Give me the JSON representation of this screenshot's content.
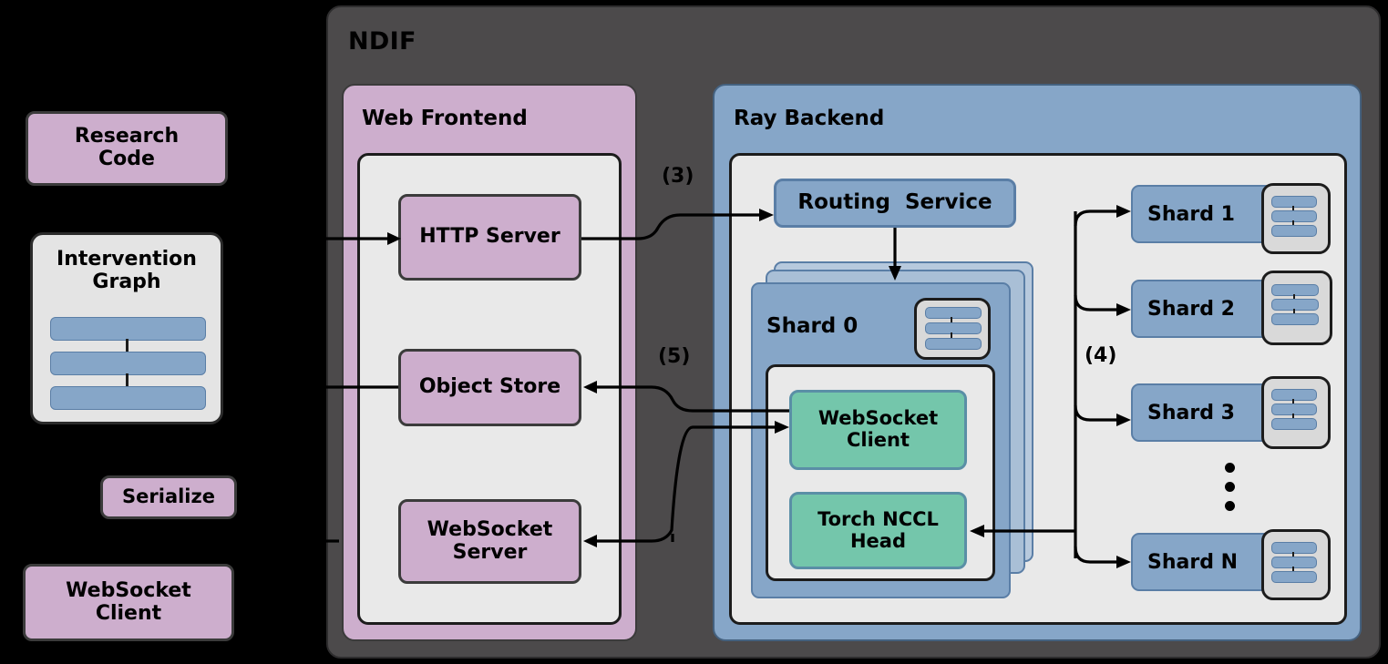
{
  "diagram": {
    "title": "NDIF",
    "left_column": {
      "research_code": "Research\nCode",
      "research_code_line1": "Research",
      "research_code_line2": "Code",
      "intervention_graph_line1": "Intervention",
      "intervention_graph_line2": "Graph",
      "serialize": "Serialize",
      "websocket_client_line1": "WebSocket",
      "websocket_client_line2": "Client"
    },
    "web_frontend": {
      "title": "Web Frontend",
      "nodes": [
        {
          "label": "HTTP Server"
        },
        {
          "label": "Object Store"
        },
        {
          "label_line1": "WebSocket",
          "label_line2": "Server"
        }
      ]
    },
    "ray_backend": {
      "title": "Ray Backend",
      "routing_service": "Routing  Service",
      "shard0_label": "Shard 0",
      "shard0_children": [
        {
          "label_line1": "WebSocket",
          "label_line2": "Client"
        },
        {
          "label_line1": "Torch NCCL",
          "label_line2": "Head"
        }
      ],
      "shards": [
        {
          "label": "Shard 1"
        },
        {
          "label": "Shard 2"
        },
        {
          "label": "Shard 3"
        },
        {
          "label": "Shard N"
        }
      ],
      "ellipsis": "vertical-ellipsis"
    },
    "step_labels": {
      "step3": "(3)",
      "step4": "(4)",
      "step5": "(5)"
    },
    "colors": {
      "outer_panel": "#4c4a4b",
      "frontend_purple": "#cdaecd",
      "backend_blue": "#86a6c8",
      "inner_grey": "#e9e9e9",
      "accent_green": "#74c6ab",
      "stroke": "#1c1c1c",
      "background": "#000000"
    },
    "icons": {
      "graph_icon": "stacked-bars-graph-icon",
      "shard_icon": "model-layers-icon"
    }
  }
}
